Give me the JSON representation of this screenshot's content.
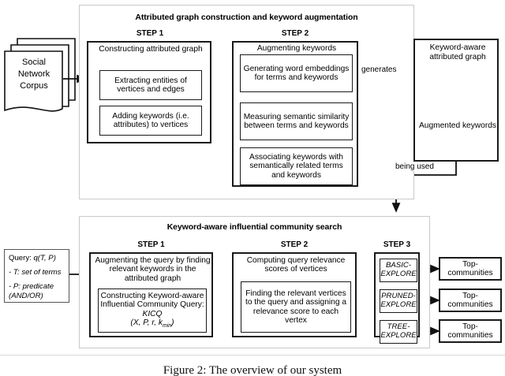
{
  "figure": {
    "caption": "Figure 2: The overview of our system"
  },
  "panels": {
    "top": {
      "title": "Attributed graph construction and keyword augmentation",
      "step1_label": "STEP 1",
      "step2_label": "STEP 2",
      "step1": {
        "header": "Constructing attributed graph",
        "items": [
          "Extracting entities of vertices and edges",
          "Adding keywords (i.e. attributes) to vertices"
        ]
      },
      "step2": {
        "header": "Augmenting keywords",
        "items": [
          "Generating word embeddings for terms and keywords",
          "Measuring semantic similarity between terms and keywords",
          "Associating keywords with semantically related terms and keywords"
        ]
      }
    },
    "bottom": {
      "title": "Keyword-aware influential community search",
      "step1_label": "STEP 1",
      "step2_label": "STEP 2",
      "step3_label": "STEP 3",
      "step1": {
        "header": "Augmenting the query by finding relevant keywords in the attributed graph",
        "inner_line1": "Constructing Keyword-aware Influential Community Query: ",
        "inner_kicq": "KICQ",
        "inner_params_prefix": "(X, P, r, k",
        "inner_params_sub": "min",
        "inner_params_suffix": ")"
      },
      "step2": {
        "header": "Computing query relevance scores of vertices",
        "inner": "Finding the relevant vertices to the query and assigning a relevance score to each vertex"
      },
      "step3": {
        "algorithms": [
          "BASIC-EXPLORE",
          "PRUNED-EXPLORE",
          "TREE-EXPLORE"
        ]
      }
    }
  },
  "source": {
    "label": "Social Network Corpus"
  },
  "query": {
    "line1": "Query: ",
    "line1_italic": "q(T, P)",
    "line2": "- T: set of terms",
    "line3": "- P: predicate (AND/OR)"
  },
  "graph_box": {
    "title": "Keyword-aware attributed graph",
    "caption": "Augmented keywords",
    "node_color": "#FAF7C8",
    "node_stroke": "#111111"
  },
  "outputs": [
    "Top-communities",
    "Top-communities",
    "Top-communities"
  ],
  "connectors": {
    "generates": "generates",
    "being_used": "being used"
  },
  "colors": {
    "panel_border": "#c9c9c9",
    "box_border": "#1a1a1a",
    "text": "#000000"
  }
}
